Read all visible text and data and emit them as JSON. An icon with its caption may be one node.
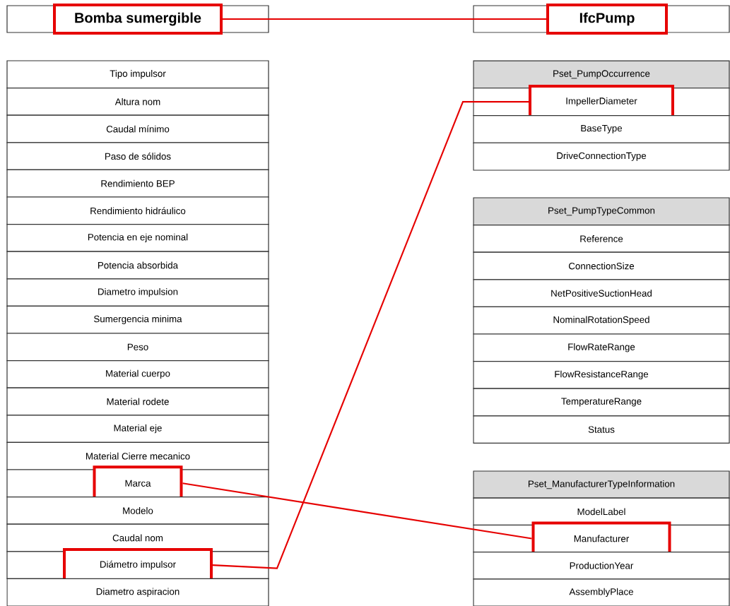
{
  "diagram": {
    "nodes": [
      {
        "text": [],
        "shape": "box"
      },
      {
        "text": [
          "Bomba sumergible"
        ],
        "in": 0
      },
      {
        "text": [],
        "shape": "box"
      },
      {
        "text": [
          "IfcPump"
        ],
        "in": 2
      },
      {
        "text": [
          "Tipo impulsor"
        ]
      },
      {
        "text": [
          "Altura nom"
        ]
      },
      {
        "text": [
          "Caudal mínimo"
        ]
      },
      {
        "text": [
          "Paso de sólidos"
        ]
      },
      {
        "text": [
          "Rendimiento BEP"
        ]
      },
      {
        "text": [
          "Rendimiento hidráulico"
        ]
      },
      {
        "text": [
          "Potencia en eje nominal"
        ]
      },
      {
        "text": [
          "Potencia absorbida"
        ]
      },
      {
        "text": [
          "Diametro impulsion"
        ]
      },
      {
        "text": [
          "Sumergencia minima"
        ]
      },
      {
        "text": [
          "Peso"
        ]
      },
      {
        "text": [
          "Material cuerpo"
        ]
      },
      {
        "text": [
          "Material rodete"
        ]
      },
      {
        "text": [
          "Material eje"
        ]
      },
      {
        "text": [
          "Material Cierre mecanico"
        ]
      },
      {
        "text": [],
        "shape": "box"
      },
      {
        "text": [
          "Marca"
        ],
        "in": 19
      },
      {
        "text": [
          "Modelo"
        ]
      },
      {
        "text": [
          "Caudal nom"
        ]
      },
      {
        "text": [],
        "shape": "box"
      },
      {
        "text": [
          "Diámetro impulsor"
        ],
        "in": 23
      },
      {
        "text": [
          "Diametro aspiracion"
        ]
      },
      {
        "text": [
          "Pset_PumpOccurrence"
        ]
      },
      {
        "text": [],
        "shape": "box"
      },
      {
        "text": [
          "ImpellerDiameter"
        ],
        "in": 27
      },
      {
        "text": [
          "BaseType"
        ]
      },
      {
        "text": [
          "DriveConnectionType"
        ]
      },
      {
        "text": [
          "Pset_PumpTypeCommon"
        ]
      },
      {
        "text": [
          "Reference"
        ]
      },
      {
        "text": [
          "ConnectionSize"
        ]
      },
      {
        "text": [
          "NetPositiveSuctionHead"
        ]
      },
      {
        "text": [
          "NominalRotationSpeed"
        ]
      },
      {
        "text": [
          "FlowRateRange"
        ]
      },
      {
        "text": [
          "FlowResistanceRange"
        ]
      },
      {
        "text": [
          "TemperatureRange"
        ]
      },
      {
        "text": [
          "Status"
        ]
      },
      {
        "text": [
          "Pset_ManufacturerTypeInformation"
        ]
      },
      {
        "text": [
          "ModelLabel"
        ]
      },
      {
        "text": [],
        "shape": "box"
      },
      {
        "text": [
          "Manufacturer"
        ],
        "in": 42
      },
      {
        "text": [
          "ProductionYear"
        ]
      },
      {
        "text": [
          "AssemblyPlace"
        ]
      }
    ],
    "edges": [
      {
        "from": 1,
        "to": 3,
        "arrow": "none"
      },
      {
        "from": 20,
        "to": 43,
        "arrow": "none"
      },
      {
        "from": 24,
        "to": 28,
        "arrow": "none"
      }
    ]
  }
}
